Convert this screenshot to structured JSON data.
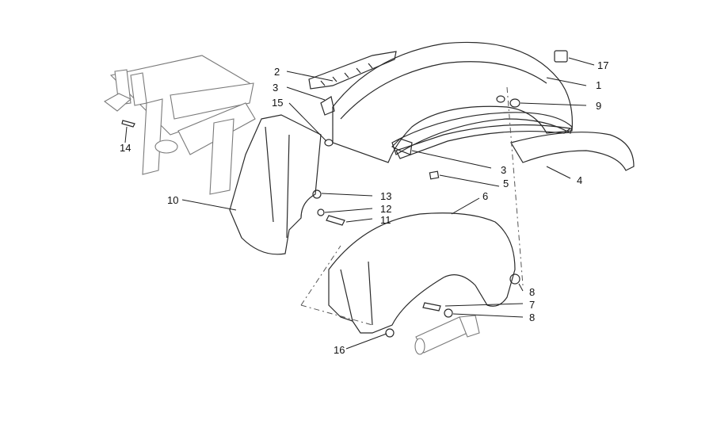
{
  "callouts": {
    "c1": "1",
    "c2": "2",
    "c3a": "3",
    "c3b": "3",
    "c4": "4",
    "c5": "5",
    "c6": "6",
    "c7": "7",
    "c8a": "8",
    "c8b": "8",
    "c9": "9",
    "c10": "10",
    "c11": "11",
    "c12": "12",
    "c13": "13",
    "c14": "14",
    "c15": "15",
    "c16": "16",
    "c17": "17"
  }
}
